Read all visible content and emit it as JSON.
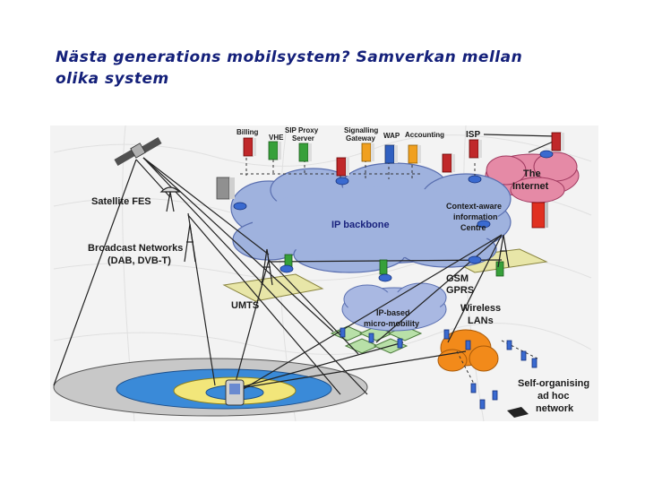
{
  "title": {
    "line1": "Nästa generations mobilsystem? Samverkan mellan",
    "line2": "olika system"
  },
  "labels": {
    "billing": "Billing",
    "vhe": "VHE",
    "sip1": "SIP Proxy",
    "sip2": "Server",
    "sig1": "Signalling",
    "sig2": "Gateway",
    "wap": "WAP",
    "accounting": "Accounting",
    "isp": "ISP",
    "internet1": "The",
    "internet2": "Internet",
    "satellite": "Satellite FES",
    "backbone": "IP backbone",
    "ctx1": "Context-aware",
    "ctx2": "information",
    "ctx3": "Centre",
    "broadcast1": "Broadcast Networks",
    "broadcast2": "(DAB, DVB-T)",
    "gsm": "GSM",
    "gprs": "GPRS",
    "umts": "UMTS",
    "micro1": "IP-based",
    "micro2": "micro-mobility",
    "wlan1": "Wireless",
    "wlan2": "LANs",
    "adhoc1": "Self-organising",
    "adhoc2": "ad hoc",
    "adhoc3": "network"
  },
  "colors": {
    "title": "#14207a",
    "cloud": "#9fb2de",
    "cloud_edge": "#5a6fb0",
    "coverage_outer": "#c8c8c8",
    "coverage_blue": "#3a8ad8",
    "coverage_yellow": "#f2e67a",
    "plate": "#e8e6a8",
    "internet_cloud": "#e58aa6",
    "wlan_orange": "#f28a1a"
  }
}
